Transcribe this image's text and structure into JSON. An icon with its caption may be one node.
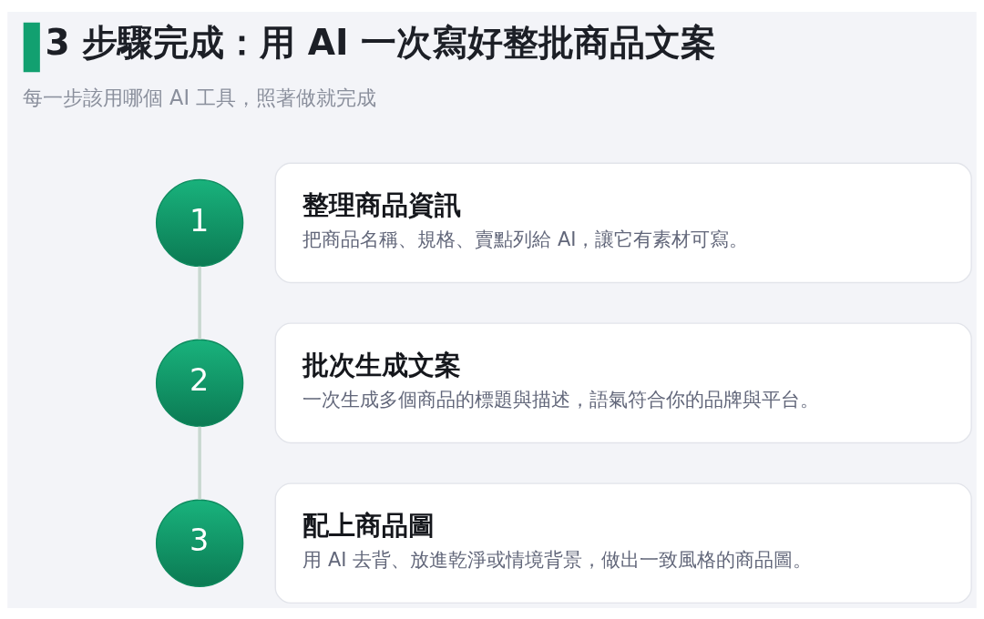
{
  "diagram": {
    "title": "3 步驟完成：用 AI 一次寫好整批商品文案",
    "nodes": [
      {
        "text": [
          "1"
        ]
      },
      {
        "text": [
          "整理商品資訊",
          "把商品名稱、規格、賣點列給 AI，讓它有素材可寫。"
        ]
      },
      {
        "text": [
          "2"
        ]
      },
      {
        "text": [
          "批次生成文案",
          "一次生成多個商品的標題與描述，語氣符合你的品牌與平台。"
        ]
      },
      {
        "text": [
          "3"
        ]
      },
      {
        "text": [
          "配上商品圖",
          "用 AI 去背、放進乾淨或情境背景，做出一致風格的商品圖。"
        ]
      }
    ],
    "edges": [
      {
        "from": 0,
        "to": 2,
        "arrow": "none"
      },
      {
        "from": 2,
        "to": 4,
        "arrow": "none"
      }
    ],
    "labels": [
      "每一步該用哪個 AI 工具，照著做就完成"
    ]
  }
}
